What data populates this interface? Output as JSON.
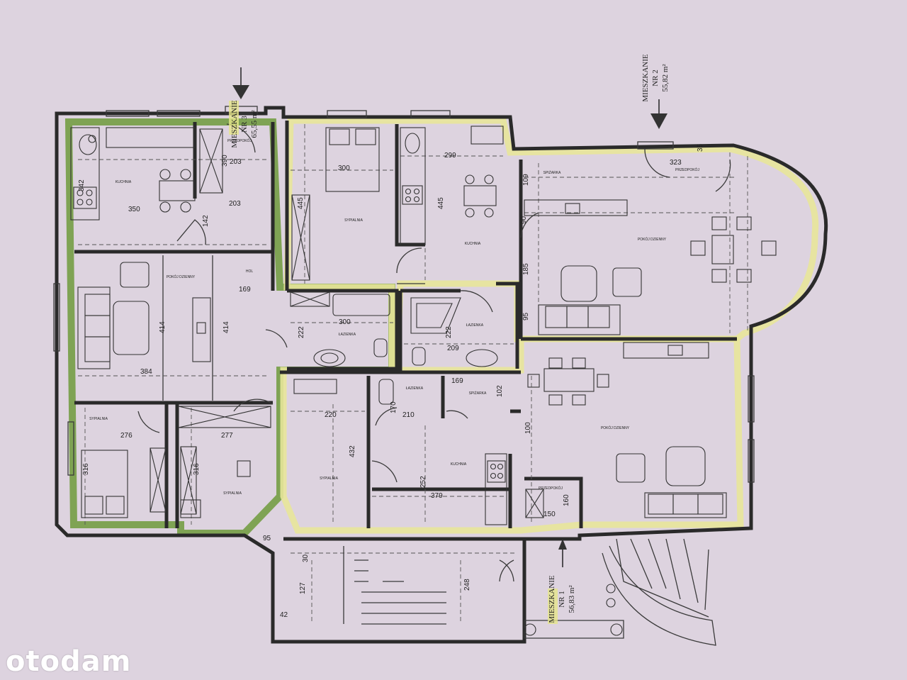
{
  "apartments": [
    {
      "label": "MIESZKANIE",
      "nr": "NR 3",
      "area": "65,55 m²"
    },
    {
      "label": "MIESZKANIE",
      "nr": "NR 2",
      "area": "55,82 m²"
    },
    {
      "label": "MIESZKANIE",
      "nr": "NR 1",
      "area": "56,83 m²"
    }
  ],
  "rooms": {
    "kuchnia_3": "KUCHNIA",
    "przedpokoj_3": "PRZEDPOKÓJ",
    "pokoj_dzienny_3": "POKÓJ DZIENNY",
    "hol": "HOL",
    "sypialnia_3": "SYPIALNIA",
    "sypialnia_3b": "SYPIALNIA",
    "sypialnia_2": "SYPIALNIA",
    "kuchnia_2": "KUCHNIA",
    "lazienka_3": "ŁAZIENKA",
    "lazienka_2": "ŁAZIENKA",
    "spizarka_2": "SPIŻARKA",
    "przedpokoj_2": "PRZEDPOKÓJ",
    "pokoj_dzienny_2": "POKÓJ DZIENNY",
    "lazienka_1": "ŁAZIENKA",
    "spizarka_1": "SPIŻARKA",
    "sypialnia_1": "SYPIALNIA",
    "kuchnia_1": "KUCHNIA",
    "pokoj_dzienny_1": "POKÓJ DZIENNY",
    "przedpokoj_1": "PRZEDPOKÓJ"
  },
  "dims": [
    "342",
    "350",
    "390",
    "203",
    "203",
    "142",
    "300",
    "445",
    "299",
    "445",
    "414",
    "414",
    "169",
    "384",
    "276",
    "277",
    "316",
    "316",
    "222",
    "300",
    "222",
    "209",
    "169",
    "220",
    "432",
    "170",
    "210",
    "102",
    "252",
    "379",
    "100",
    "150",
    "160",
    "109",
    "90",
    "185",
    "95",
    "323",
    "35",
    "95",
    "127",
    "30",
    "248",
    "42"
  ],
  "logo": "otodam"
}
